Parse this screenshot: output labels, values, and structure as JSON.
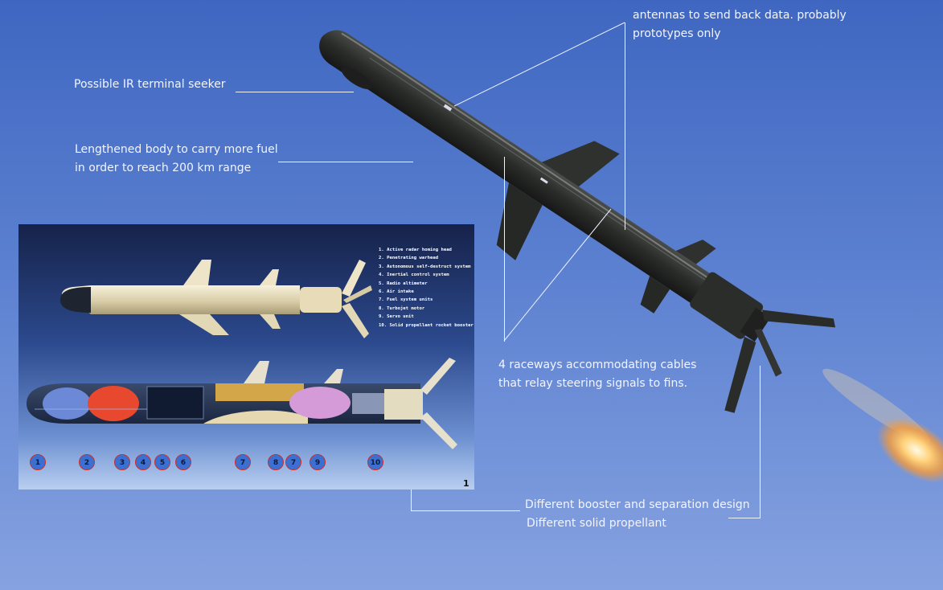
{
  "annotations": {
    "antennas": [
      "antennas to send back data. probably",
      "prototypes only"
    ],
    "ir_seeker": "Possible IR terminal seeker",
    "lengthened_body": [
      "Lengthened body to carry more fuel",
      "in order to reach 200 km range"
    ],
    "raceways": [
      "4 raceways accommodating cables",
      "that relay steering signals to fins."
    ],
    "booster": [
      "Different booster and separation design",
      "Different solid propellant"
    ]
  },
  "inset": {
    "legend": [
      "1. Active radar homing head",
      "2. Penetrating warhead",
      "3. Autonomous self-destruct system",
      "4. Inertial control system",
      "5. Radio altimeter",
      "6. Air intake",
      "7. Fuel system units",
      "8. Turbojet motor",
      "9. Servo unit",
      "10. Solid propellant rocket booster"
    ],
    "callouts": [
      "1",
      "2",
      "3",
      "4",
      "5",
      "6",
      "7",
      "8",
      "7",
      "9",
      "10"
    ],
    "figure_number": "1"
  },
  "colors": {
    "sky": "#4e74c8",
    "missile_body": "#2a2c2a",
    "annotation_text": "#f2f5ff",
    "inset_callout": "#3b6fd2",
    "flame": "#ffd27a"
  },
  "icons": {
    "missile_photo": "missile-in-flight",
    "exterior_drawing": "missile-exterior-illustration",
    "cutaway_drawing": "missile-cutaway-illustration"
  }
}
